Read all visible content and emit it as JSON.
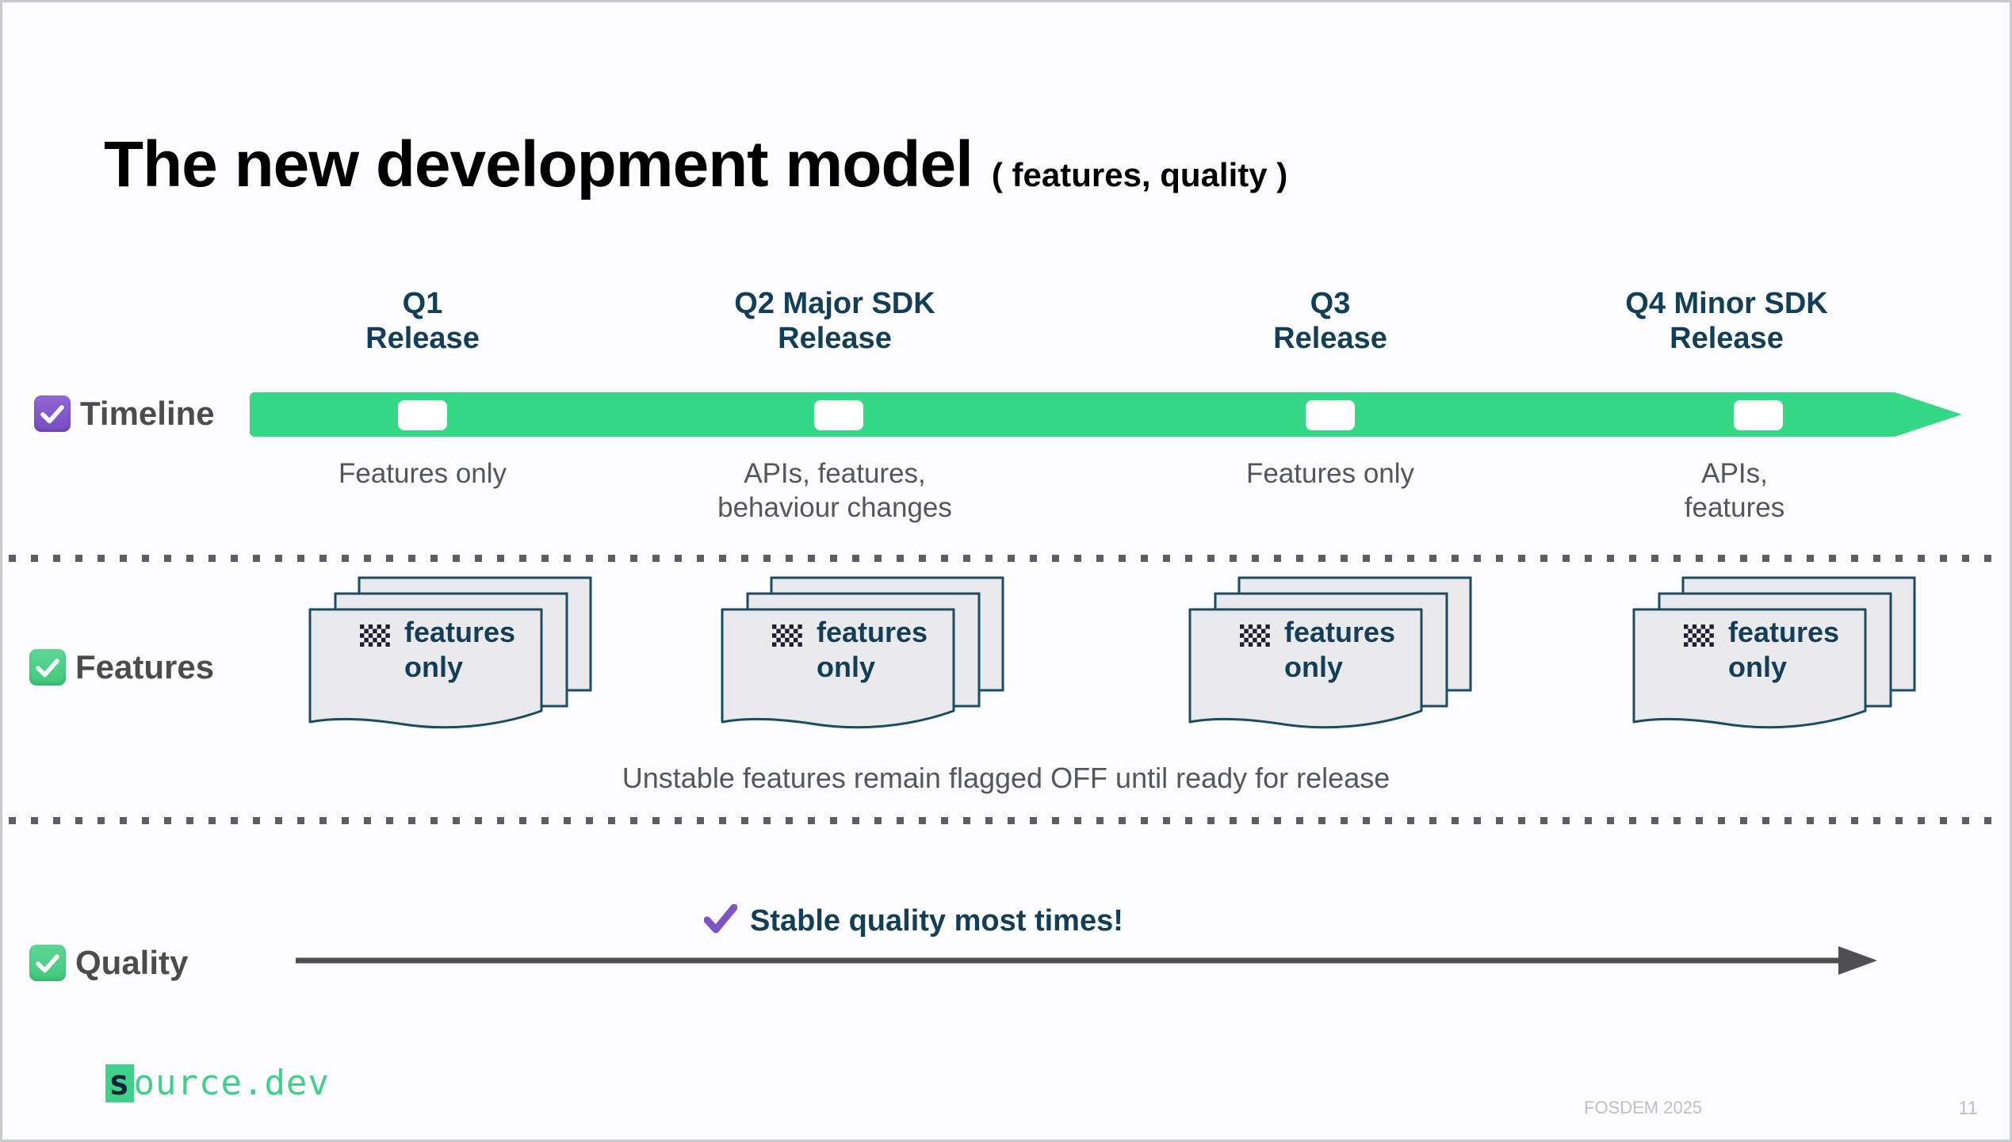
{
  "slide": {
    "title_main": "The new development model",
    "title_sub": "( features, quality )",
    "background_color": "#fdfdff"
  },
  "colors": {
    "navy": "#123f57",
    "green": "#35d884",
    "purple": "#8358cc",
    "gray_text": "#53565c",
    "label_gray": "#4c4c4c",
    "card_fill": "#eaeaec",
    "footer_gray": "#bfc0c7"
  },
  "rows": [
    {
      "key": "timeline",
      "label": "Timeline",
      "checkbox_icon": "checkbox-checked-icon",
      "checkbox_color": "#8358cc"
    },
    {
      "key": "features",
      "label": "Features",
      "checkbox_icon": "checkbox-checked-icon",
      "checkbox_color": "#3fc97c"
    },
    {
      "key": "quality",
      "label": "Quality",
      "checkbox_icon": "checkbox-checked-icon",
      "checkbox_color": "#3fc97c"
    }
  ],
  "timeline": {
    "bar_color": "#35d884",
    "milestone_marker_color": "#ffffff",
    "milestones": [
      {
        "heading": "Q1\nRelease",
        "heading_line1": "Q1",
        "heading_line2": "Release",
        "caption": "Features only",
        "caption_line1": "Features only",
        "caption_line2": ""
      },
      {
        "heading": "Q2 Major SDK\nRelease",
        "heading_line1": "Q2 Major SDK",
        "heading_line2": "Release",
        "caption": "APIs, features, behaviour changes",
        "caption_line1": "APIs, features,",
        "caption_line2": "behaviour changes"
      },
      {
        "heading": "Q3\nRelease",
        "heading_line1": "Q3",
        "heading_line2": "Release",
        "caption": "Features only",
        "caption_line1": "Features only",
        "caption_line2": ""
      },
      {
        "heading": "Q4 Minor SDK\nRelease",
        "heading_line1": "Q4 Minor SDK",
        "heading_line2": "Release",
        "caption": "APIs, features",
        "caption_line1": "APIs,",
        "caption_line2": "features"
      }
    ]
  },
  "features": {
    "cards": [
      {
        "icon": "checkered-flag-icon",
        "line1": "features",
        "line2": "only"
      },
      {
        "icon": "checkered-flag-icon",
        "line1": "features",
        "line2": "only"
      },
      {
        "icon": "checkered-flag-icon",
        "line1": "features",
        "line2": "only"
      },
      {
        "icon": "checkered-flag-icon",
        "line1": "features",
        "line2": "only"
      }
    ],
    "note": "Unstable features remain flagged OFF until ready for release"
  },
  "quality": {
    "badge_icon": "purple-check-icon",
    "badge_text": "Stable quality most times!",
    "arrow_icon": "right-arrow-icon",
    "arrow_color": "#4f4f52"
  },
  "footer": {
    "logo_accent": "s",
    "logo_rest": "ource.dev",
    "event": "FOSDEM 2025",
    "page_number": "11"
  }
}
